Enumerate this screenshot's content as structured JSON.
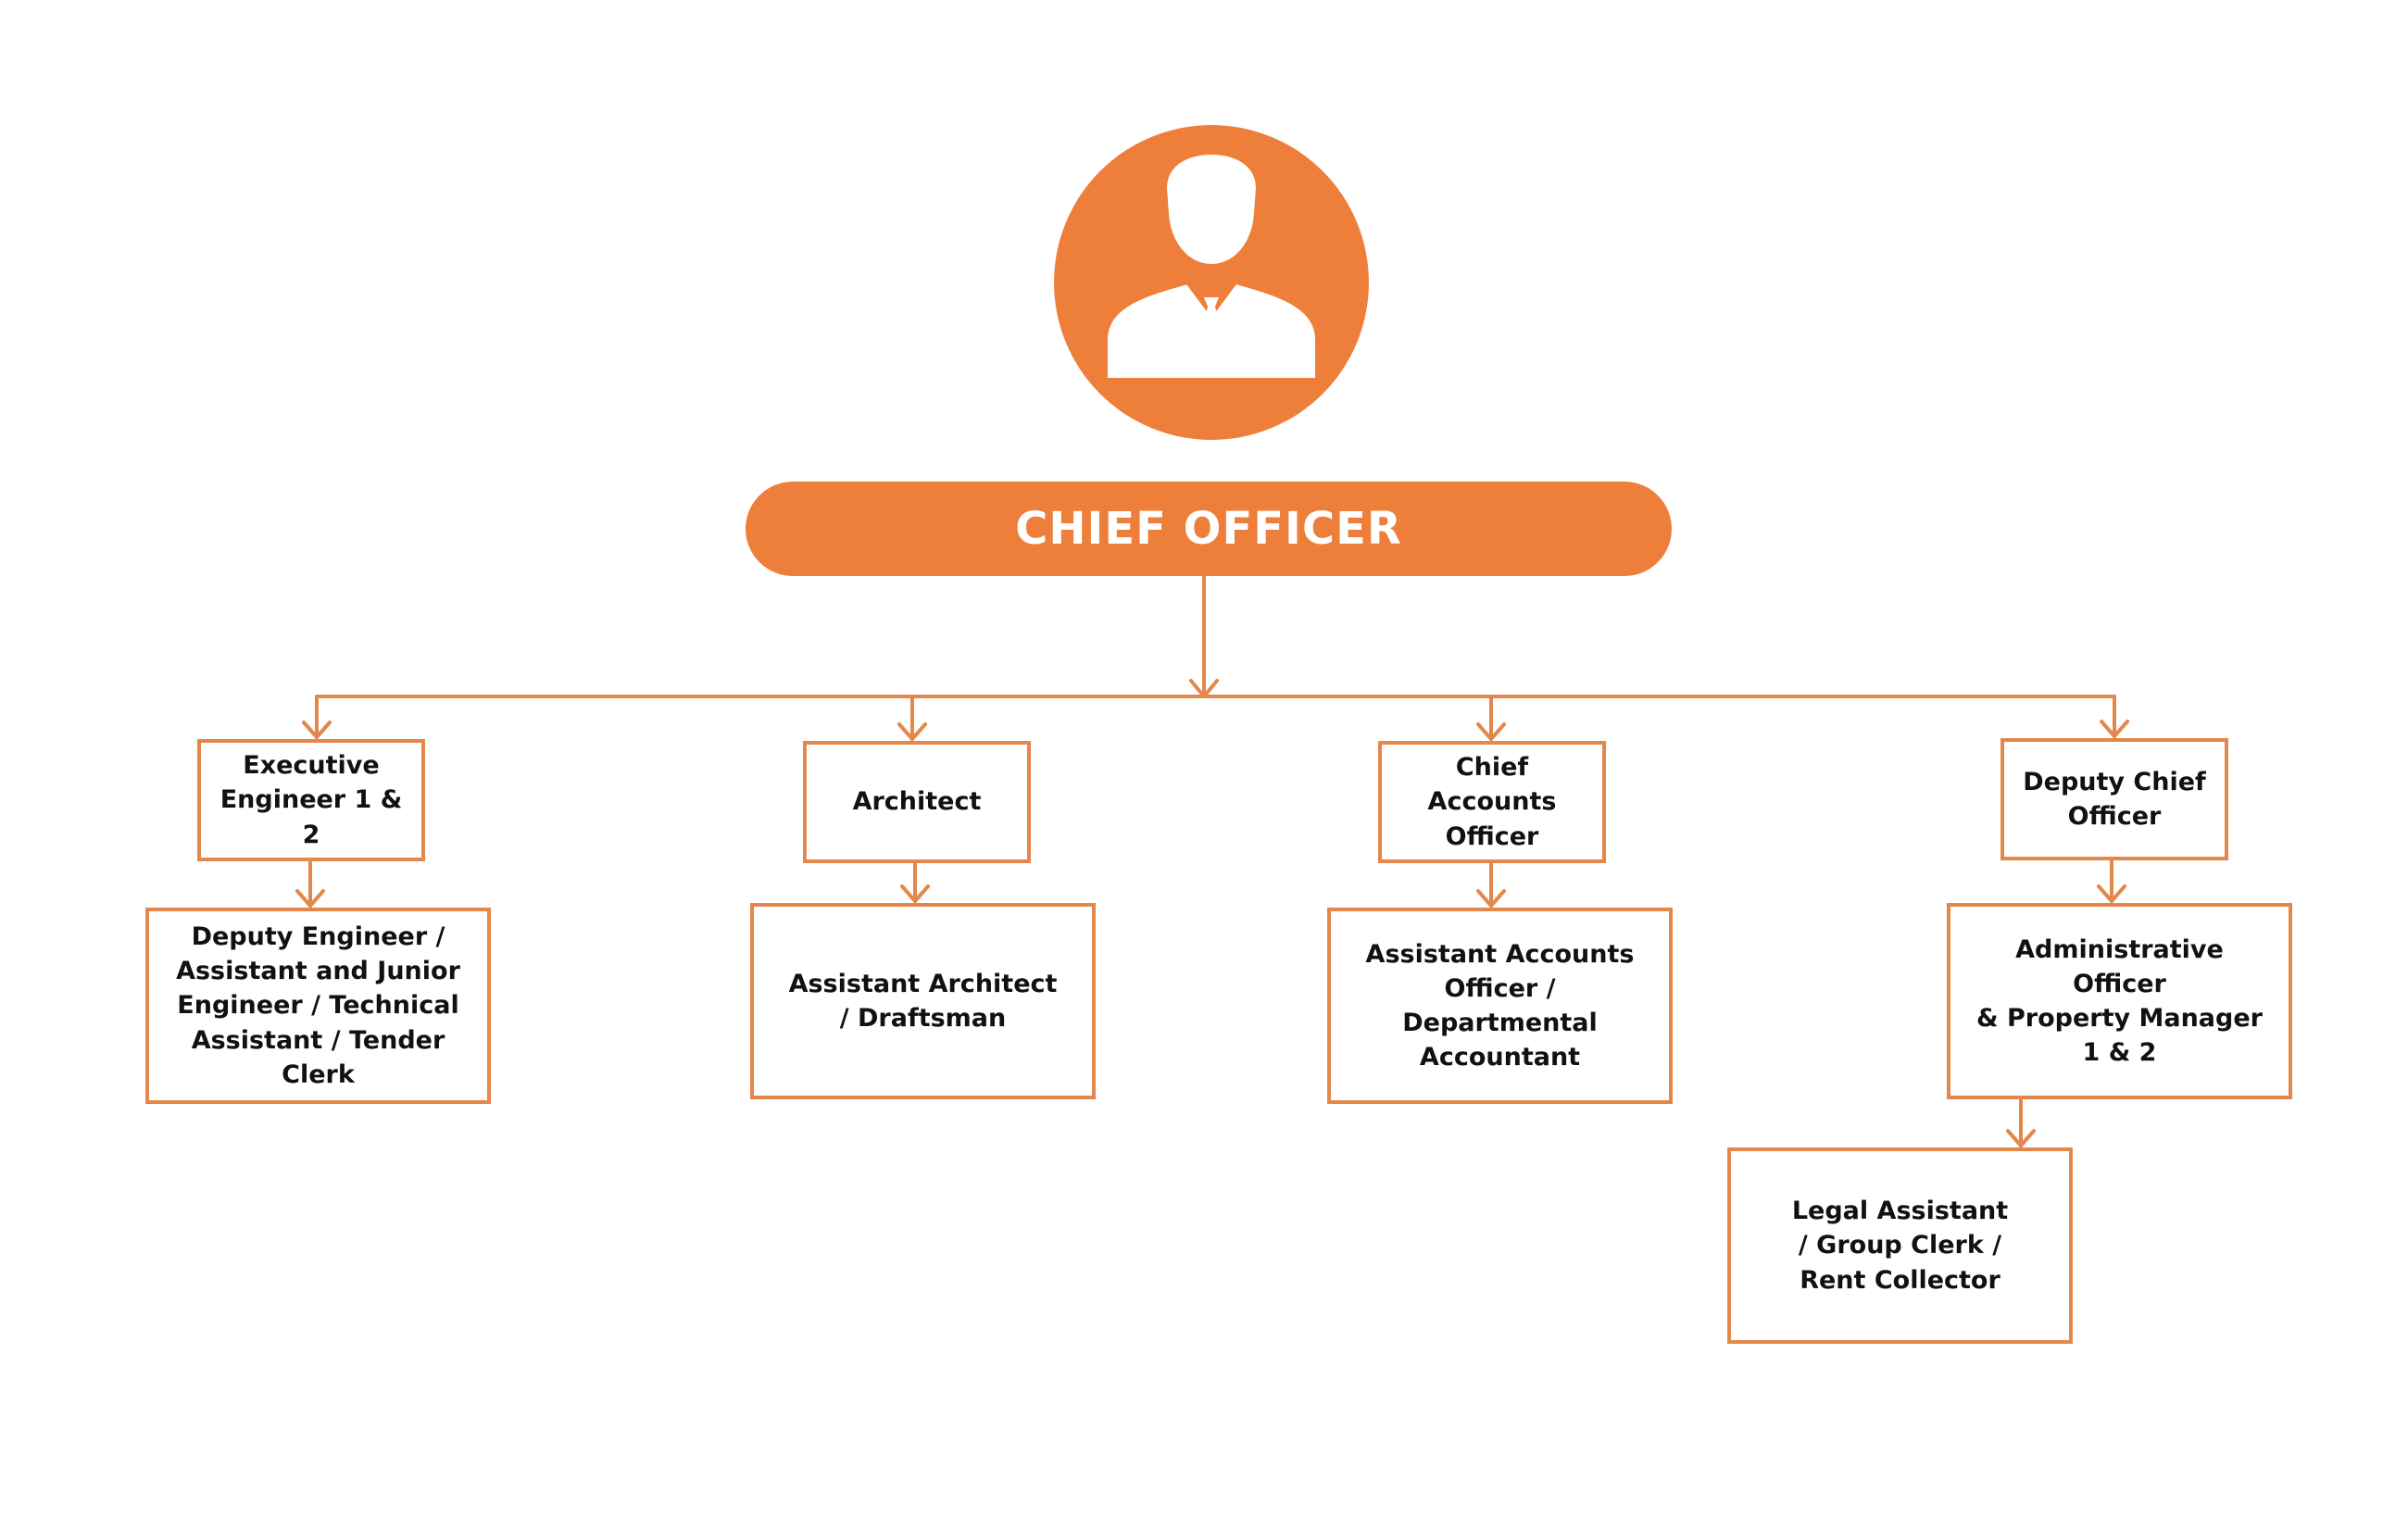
{
  "root": {
    "title": "CHIEF OFFICER",
    "icon": "person-with-tie-icon"
  },
  "departments": [
    {
      "head": "Executive\nEngineer 1 & 2",
      "staff": [
        "Deputy Engineer /\nAssistant and Junior\nEngineer / Technical\nAssistant / Tender Clerk"
      ]
    },
    {
      "head": "Architect",
      "staff": [
        "Assistant Architect\n/ Draftsman"
      ]
    },
    {
      "head": "Chief\nAccounts\nOfficer",
      "staff": [
        "Assistant Accounts\nOfficer / Departmental\nAccountant"
      ]
    },
    {
      "head": "Deputy Chief\nOfficer",
      "staff": [
        "Administrative Officer\n& Property Manager\n1 & 2",
        "Legal Assistant\n/ Group Clerk /\nRent Collector"
      ]
    }
  ],
  "colors": {
    "accent": "#ee7f3a",
    "line": "#e4874b",
    "text": "#111111",
    "background": "#ffffff"
  }
}
